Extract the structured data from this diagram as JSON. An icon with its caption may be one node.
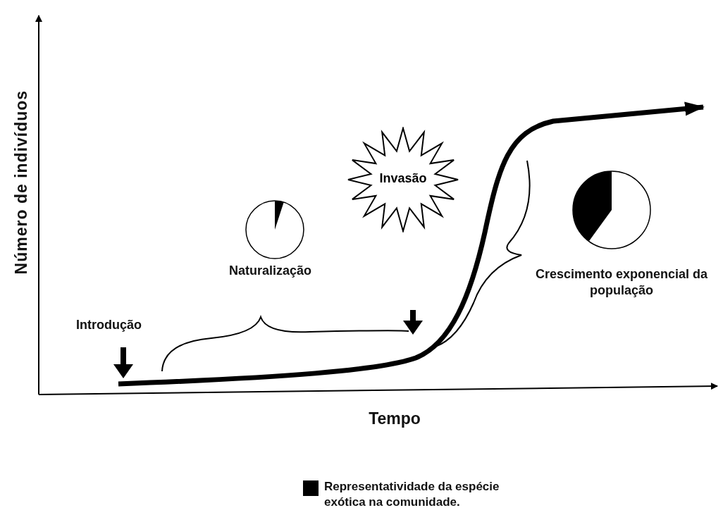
{
  "diagram": {
    "nodes": [
      {
        "text": [
          "Invasão"
        ]
      }
    ],
    "edges": [],
    "labels": [
      "Número de indivíduos",
      "Tempo",
      "Introdução",
      "Naturalização",
      "Crescimento exponencial da população"
    ],
    "legend": [
      {
        "text": "Representatividade da espécie exótica na comunidade.",
        "color": "#000000"
      }
    ]
  }
}
